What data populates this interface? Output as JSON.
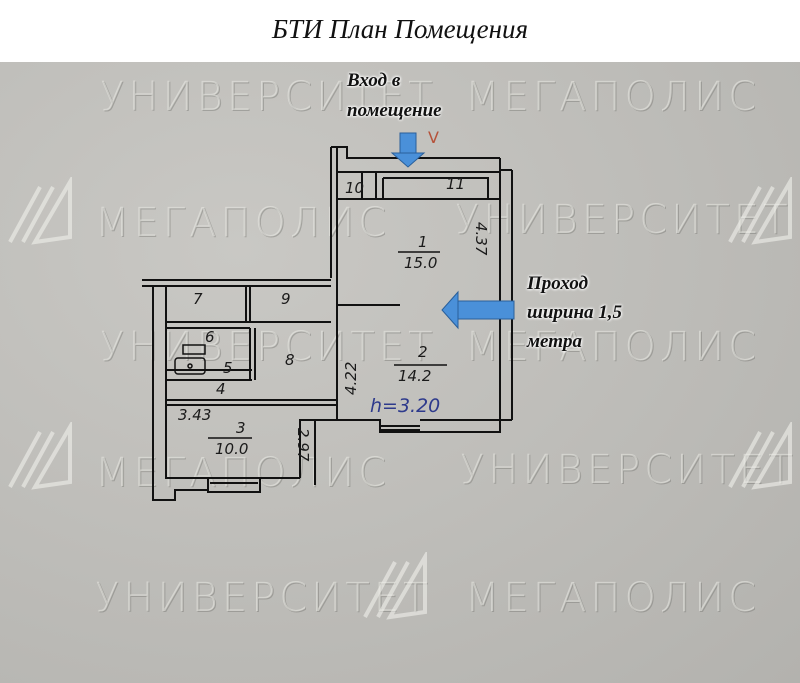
{
  "title": "БТИ План Помещения",
  "watermarks": {
    "word_a": "УНИВЕРСИТЕТ",
    "word_b": "МЕГАПОЛИС"
  },
  "annotations": {
    "entrance_line1": "Вход в",
    "entrance_line2": "помещение",
    "passage_line1": "Проход",
    "passage_line2": "ширина 1,5",
    "passage_line3": "метра",
    "ceiling_height": "h=3.20",
    "check_mark": "V"
  },
  "colors": {
    "arrow": "#4a90d9",
    "check_mark": "#b5523a",
    "height_ink": "#2e3a8c"
  },
  "rooms": [
    {
      "number": "1",
      "area": "15.0"
    },
    {
      "number": "2",
      "area": "14.2"
    },
    {
      "number": "3",
      "area": "10.0"
    },
    {
      "number": "4"
    },
    {
      "number": "5"
    },
    {
      "number": "6"
    },
    {
      "number": "7"
    },
    {
      "number": "8"
    },
    {
      "number": "9"
    },
    {
      "number": "10"
    },
    {
      "number": "11"
    }
  ],
  "dimensions": {
    "room1_length": "4.37",
    "room2_length": "4.22",
    "room3_width": "3.43",
    "room3_length": "2.97"
  }
}
